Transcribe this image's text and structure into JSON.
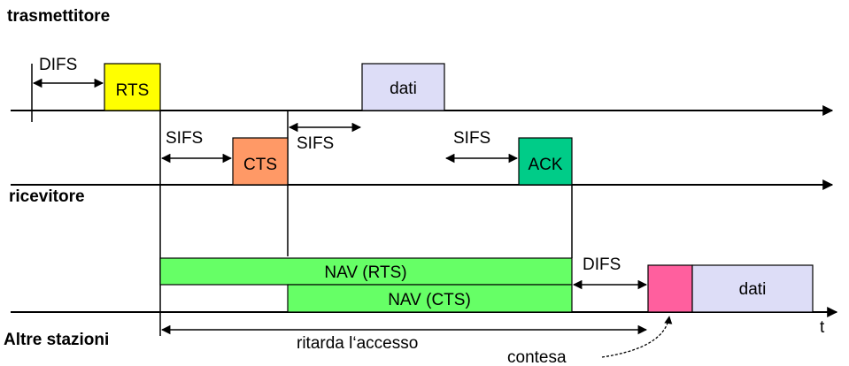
{
  "rows": {
    "transmitter": "trasmettitore",
    "receiver": "ricevitore",
    "others": "Altre stazioni"
  },
  "intervals": {
    "difs_1": "DIFS",
    "sifs_1": "SIFS",
    "sifs_2": "SIFS",
    "sifs_3": "SIFS",
    "difs_2": "DIFS"
  },
  "frames": {
    "rts": "RTS",
    "data_tx": "dati",
    "cts": "CTS",
    "ack": "ACK",
    "nav_rts": "NAV (RTS)",
    "nav_cts": "NAV (CTS)",
    "data_other": "dati"
  },
  "annotations": {
    "delay_access": "ritarda l‘accesso",
    "contention": "contesa",
    "time_axis": "t"
  },
  "colors": {
    "rts": "#ffff00",
    "data": "#ddddf7",
    "cts": "#ff9966",
    "ack": "#00cc88",
    "nav": "#66ff66",
    "contention": "#ff5f9e"
  }
}
